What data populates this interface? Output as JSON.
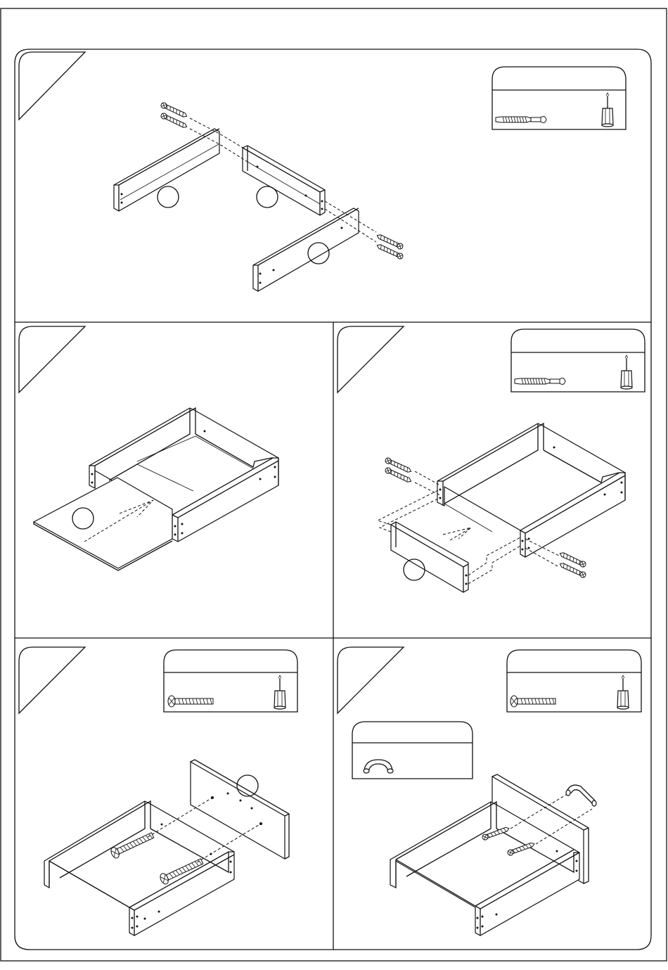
{
  "document": {
    "type": "assembly-instructions-page",
    "steps": [
      {
        "panel": "step-1",
        "hardware": [
          "long-screw-icon",
          "screwdriver-icon"
        ]
      },
      {
        "panel": "step-2",
        "hardware": []
      },
      {
        "panel": "step-3",
        "hardware": [
          "long-screw-icon",
          "screwdriver-icon"
        ]
      },
      {
        "panel": "step-4",
        "hardware": [
          "machine-screw-icon",
          "screwdriver-icon"
        ]
      },
      {
        "panel": "step-5",
        "hardware": [
          "machine-screw-icon",
          "screwdriver-icon",
          "handle-icon"
        ]
      }
    ],
    "colors": {
      "line": "#111111",
      "background": "#ffffff"
    }
  }
}
